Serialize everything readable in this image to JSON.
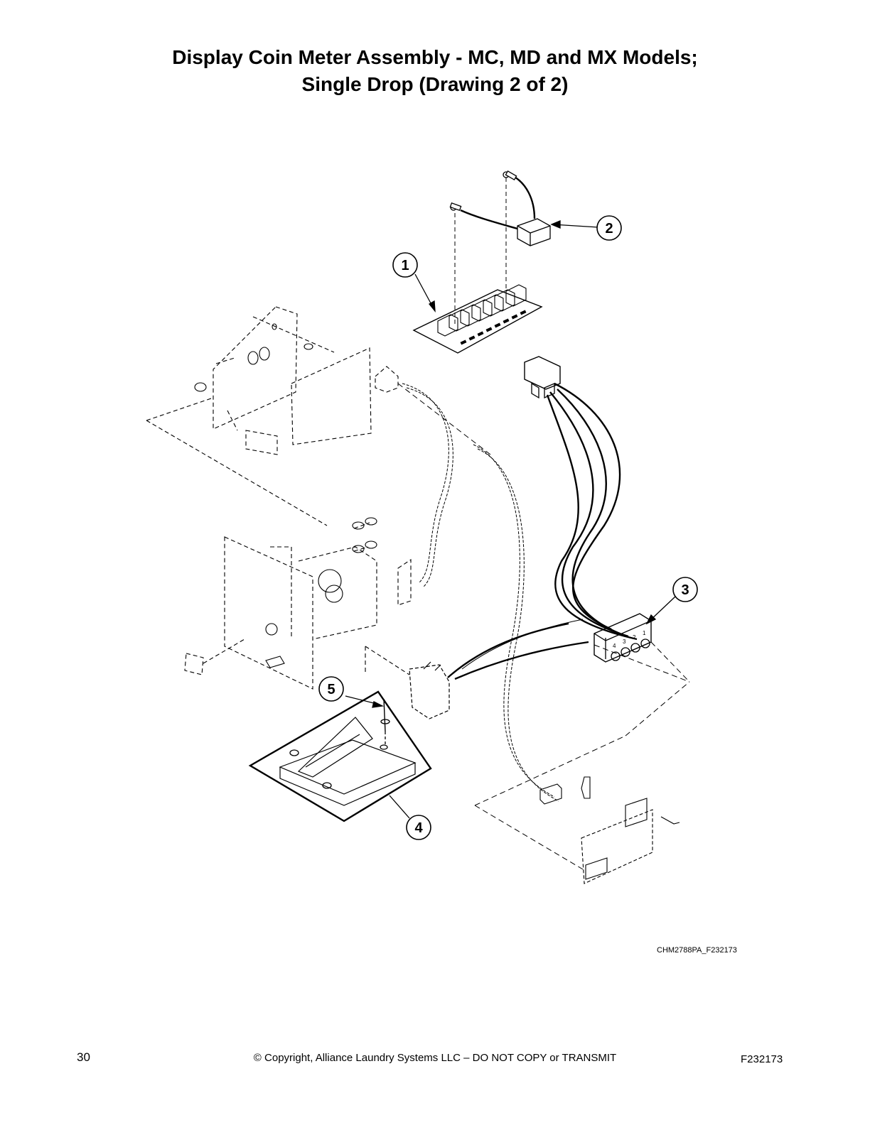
{
  "title": {
    "line1": "Display Coin Meter Assembly - MC, MD and MX Models;",
    "line2": "Single Drop (Drawing 2 of 2)"
  },
  "callouts": [
    "1",
    "2",
    "3",
    "4",
    "5"
  ],
  "drawing_id": "CHM2788PA_F232173",
  "footer": {
    "page_number": "30",
    "copyright": "© Copyright, Alliance Laundry Systems LLC – DO NOT COPY or TRANSMIT",
    "doc_id": "F232173"
  },
  "connector_pins": [
    "4",
    "3",
    "2",
    "1"
  ]
}
